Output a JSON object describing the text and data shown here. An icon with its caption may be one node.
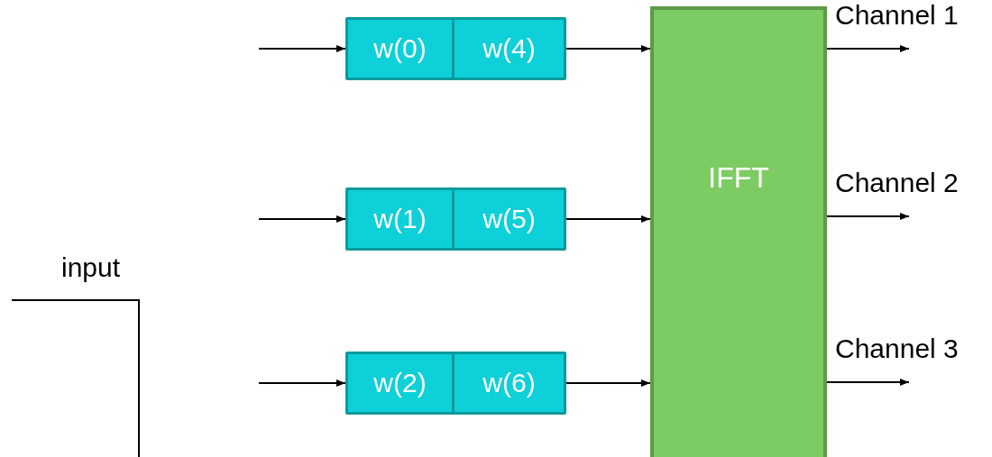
{
  "diagram": {
    "nodes": [
      {
        "text": [
          "w(0)"
        ]
      },
      {
        "text": [
          "w(4)"
        ]
      },
      {
        "text": [
          "w(1)"
        ]
      },
      {
        "text": [
          "w(5)"
        ]
      },
      {
        "text": [
          "w(2)"
        ]
      },
      {
        "text": [
          "w(6)"
        ]
      },
      {
        "text": [
          "IFFT"
        ]
      }
    ],
    "edges": [
      {
        "from": null,
        "to": 0,
        "arrow": "to"
      },
      {
        "from": 1,
        "to": 6,
        "arrow": "to"
      },
      {
        "from": null,
        "to": 2,
        "arrow": "to"
      },
      {
        "from": 3,
        "to": 6,
        "arrow": "to"
      },
      {
        "from": null,
        "to": 4,
        "arrow": "to"
      },
      {
        "from": 5,
        "to": 6,
        "arrow": "to"
      },
      {
        "from": 6,
        "to": null,
        "arrow": "to",
        "label": "Channel 1"
      },
      {
        "from": 6,
        "to": null,
        "arrow": "to",
        "label": "Channel 2"
      },
      {
        "from": 6,
        "to": null,
        "arrow": "to",
        "label": "Channel 3"
      }
    ],
    "labels": [
      "input"
    ]
  }
}
